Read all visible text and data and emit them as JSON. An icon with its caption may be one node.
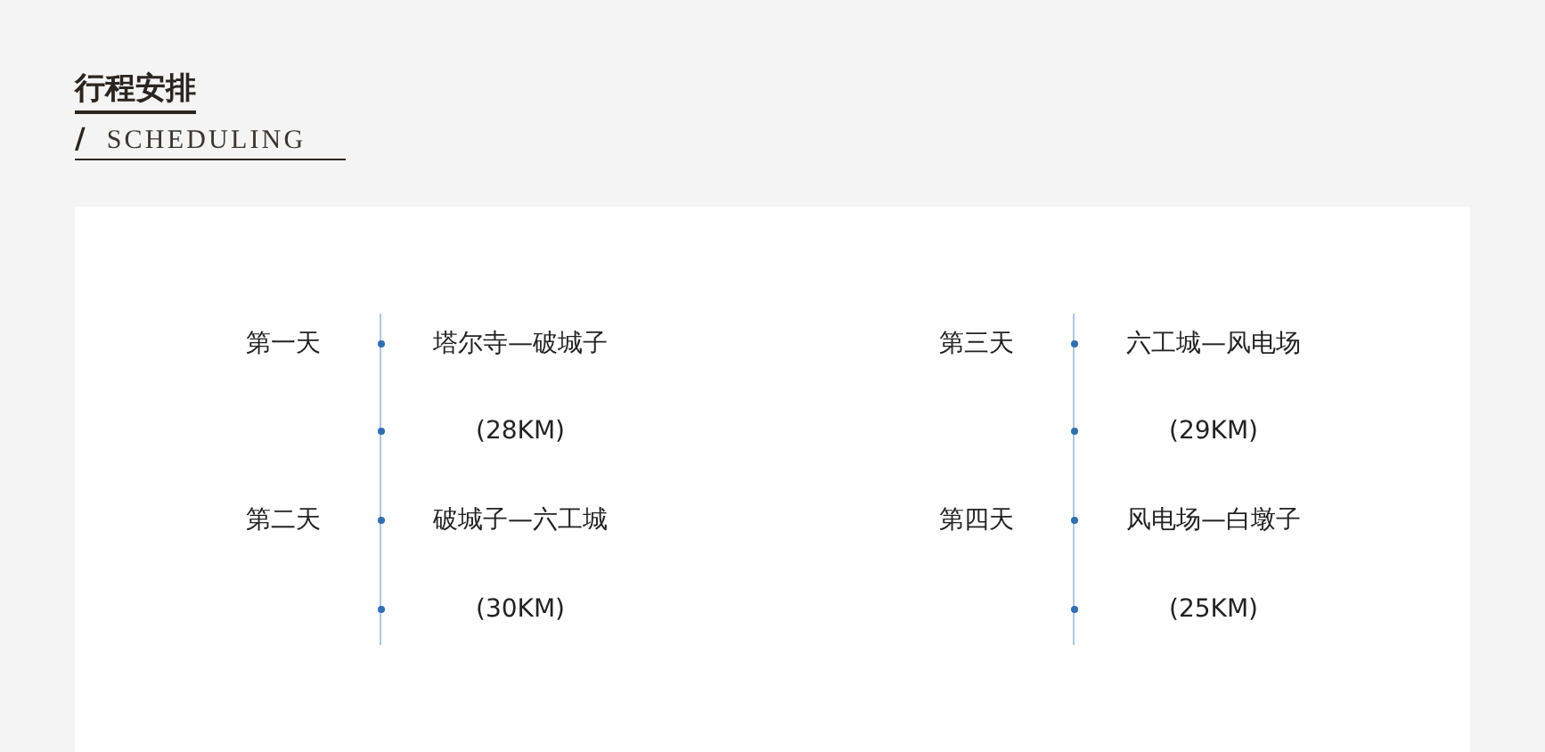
{
  "diagram": {
    "title": "行程安排",
    "labels": [
      "/",
      "SCHEDULING",
      "第一天",
      "塔尔寺—破城子",
      "(28KM)",
      "第二天",
      "破城子—六工城",
      "(30KM)",
      "第三天",
      "六工城—风电场",
      "(29KM)",
      "第四天",
      "风电场—白墩子",
      "(25KM)"
    ]
  }
}
